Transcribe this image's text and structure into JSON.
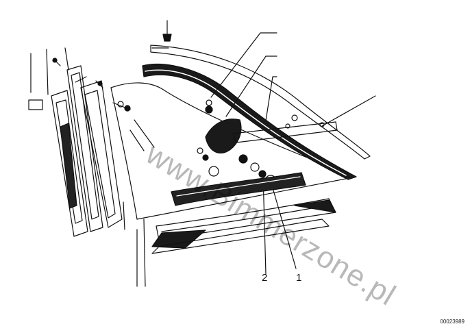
{
  "diagram": {
    "callouts": [
      {
        "number": "2"
      },
      {
        "number": "1"
      }
    ],
    "diagram_id": "00023989",
    "watermark": "www.Bimmerzone.pl",
    "colors": {
      "line": "#111111",
      "shade": "#1a1a1a",
      "background": "#ffffff"
    }
  }
}
